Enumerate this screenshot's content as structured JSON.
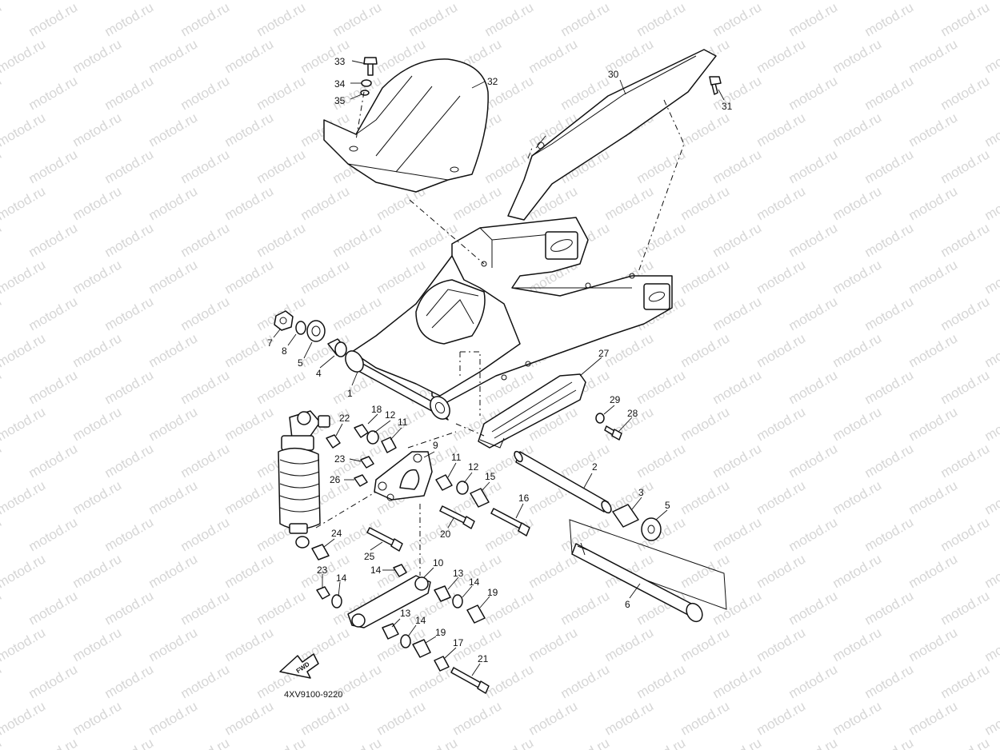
{
  "watermark": "motod.ru",
  "diagram_code": "4XV9100-9220",
  "fwd_label": "FWD",
  "callouts": {
    "c1": "1",
    "c2": "2",
    "c3": "3",
    "c4": "4",
    "c5a": "5",
    "c5b": "5",
    "c6": "6",
    "c7": "7",
    "c8": "8",
    "c9": "9",
    "c10": "10",
    "c11a": "11",
    "c11b": "11",
    "c12a": "12",
    "c12b": "12",
    "c13a": "13",
    "c13b": "13",
    "c14a": "14",
    "c14b": "14",
    "c14c": "14",
    "c14d": "14",
    "c15": "15",
    "c16": "16",
    "c17": "17",
    "c18": "18",
    "c19a": "19",
    "c19b": "19",
    "c20": "20",
    "c21": "21",
    "c22": "22",
    "c23a": "23",
    "c23b": "23",
    "c24": "24",
    "c25": "25",
    "c26": "26",
    "c27": "27",
    "c28": "28",
    "c29": "29",
    "c30": "30",
    "c31": "31",
    "c32": "32",
    "c33": "33",
    "c34": "34",
    "c35": "35"
  }
}
